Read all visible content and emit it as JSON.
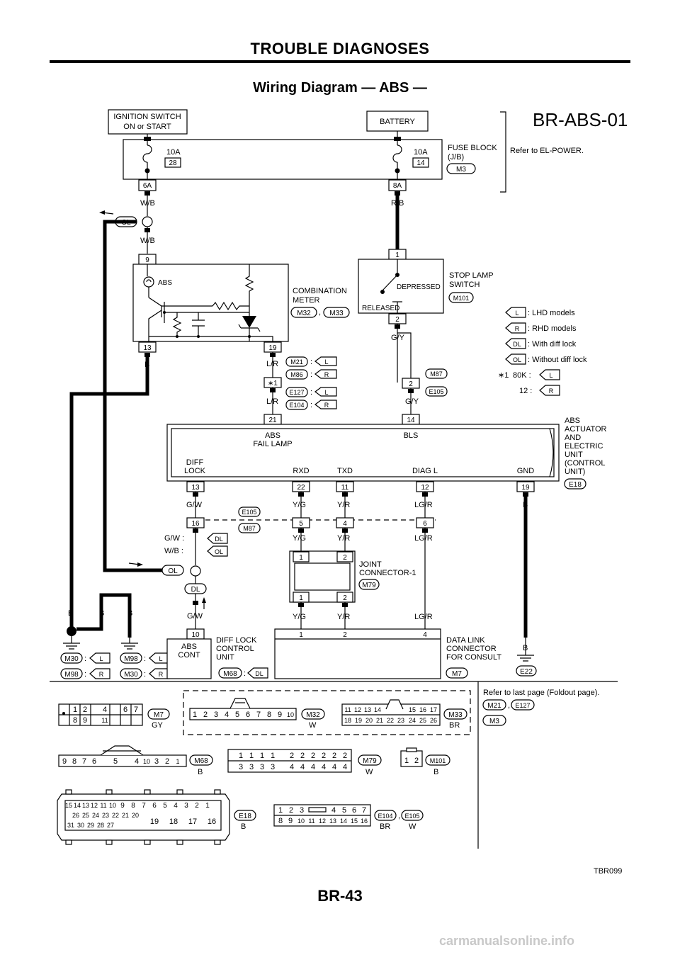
{
  "header": {
    "title": "TROUBLE DIAGNOSES",
    "subtitle": "Wiring Diagram — ABS —",
    "diagram_id": "BR-ABS-01"
  },
  "footer": {
    "ref_code": "TBR099",
    "page_number": "BR-43",
    "site": "carmanualsonline.info"
  },
  "labels": {
    "ignition": [
      "IGNITION SWITCH",
      "ON or START"
    ],
    "battery": "BATTERY",
    "fuse_block": [
      "FUSE BLOCK",
      "(J/B)"
    ],
    "refer_power": "Refer to EL-POWER.",
    "fuse_amp": "10A",
    "fuse_28": "28",
    "fuse_14": "14",
    "m3": "M3",
    "c6a": "6A",
    "c8a": "8A",
    "wb": "W/B",
    "rb": "R/B",
    "ol": "OL",
    "dl": "DL",
    "b": "B",
    "gy": "G/Y",
    "lr": "L/R",
    "gw": "G/W",
    "yg": "Y/G",
    "yr": "Y/R",
    "lgr": "LG/R",
    "n9": "9",
    "n13": "13",
    "n19": "19",
    "n1": "1",
    "n2": "2",
    "n21": "21",
    "n14": "14",
    "n22": "22",
    "n11": "11",
    "n12": "12",
    "n16": "16",
    "n5": "5",
    "n4": "4",
    "n6": "6",
    "n10": "10",
    "abs": "ABS",
    "combination_meter": [
      "COMBINATION",
      "METER"
    ],
    "m32": "M32",
    "m33": "M33",
    "comma": ",",
    "stop_lamp_switch": [
      "STOP LAMP",
      "SWITCH"
    ],
    "m101": "M101",
    "depressed": "DEPRESSED",
    "released": "RELEASED",
    "legend": {
      "l": "L",
      "l_desc": ": LHD models",
      "r": "R",
      "r_desc": ": RHD models",
      "dl_desc": ": With diff lock",
      "ol_desc": ": Without diff lock",
      "star1": "∗1",
      "k80": "80K :",
      "k12": "12 :"
    },
    "m21": "M21",
    "m86": "M86",
    "m87": "M87",
    "e105": "E105",
    "e127": "E127",
    "e104": "E104",
    "colon": ":",
    "abs_unit": [
      "ABS",
      "ACTUATOR",
      "AND",
      "ELECTRIC",
      "UNIT",
      "(CONTROL",
      "UNIT)"
    ],
    "e18": "E18",
    "abs_fail_lamp": [
      "ABS",
      "FAIL LAMP"
    ],
    "bls": "BLS",
    "diff_lock": [
      "DIFF",
      "LOCK"
    ],
    "rxd": "RXD",
    "txd": "TXD",
    "diag_l": "DIAG L",
    "gnd": "GND",
    "gw_dl": "G/W :",
    "wb_ol": "W/B :",
    "joint_connector": [
      "JOINT",
      "CONNECTOR-1"
    ],
    "m79": "M79",
    "m30": "M30",
    "m98": "M98",
    "abs_cont": [
      "ABS",
      "CONT"
    ],
    "diff_lock_unit": [
      "DIFF LOCK",
      "CONTROL",
      "UNIT"
    ],
    "m68": "M68",
    "data_link": [
      "DATA LINK",
      "CONNECTOR",
      "FOR CONSULT"
    ],
    "m7": "M7",
    "e22": "E22",
    "refer_last": "Refer to last page (Foldout page).",
    "gy_color": "GY",
    "w_color": "W",
    "br_color": "BR",
    "b_color": "B",
    "m7_pins": [
      "1",
      "2",
      "4",
      "6",
      "7",
      "8",
      "9",
      "11"
    ],
    "m32_pins": [
      "1",
      "2",
      "3",
      "4",
      "5",
      "6",
      "7",
      "8",
      "9",
      "10"
    ],
    "m33_top": [
      "11",
      "12",
      "13",
      "14",
      "15",
      "16",
      "17"
    ],
    "m33_bot": [
      "18",
      "19",
      "20",
      "21",
      "22",
      "23",
      "24",
      "25",
      "26"
    ],
    "m68_pins": [
      "9",
      "8",
      "7",
      "6",
      "5",
      "4",
      "10",
      "3",
      "2",
      "1"
    ],
    "m79_top": [
      "1",
      "1",
      "1",
      "1",
      "2",
      "2",
      "2",
      "2",
      "2",
      "2"
    ],
    "m79_bot": [
      "3",
      "3",
      "3",
      "3",
      "4",
      "4",
      "4",
      "4",
      "4",
      "4"
    ],
    "m101_pins": [
      "1",
      "2"
    ],
    "e18_r1": [
      "15",
      "14",
      "13",
      "12",
      "11",
      "10",
      "9",
      "8",
      "7",
      "6",
      "5",
      "4",
      "3",
      "2",
      "1"
    ],
    "e18_r2": [
      "26",
      "25",
      "24",
      "23",
      "22",
      "21",
      "20"
    ],
    "e18_r3": [
      "31",
      "30",
      "29",
      "28",
      "27"
    ],
    "e18_big": [
      "19",
      "18",
      "17",
      "16"
    ],
    "e104_top": [
      "1",
      "2",
      "3",
      "4",
      "5",
      "6",
      "7"
    ],
    "e104_bot": [
      "8",
      "9",
      "10",
      "11",
      "12",
      "13",
      "14",
      "15",
      "16"
    ]
  }
}
